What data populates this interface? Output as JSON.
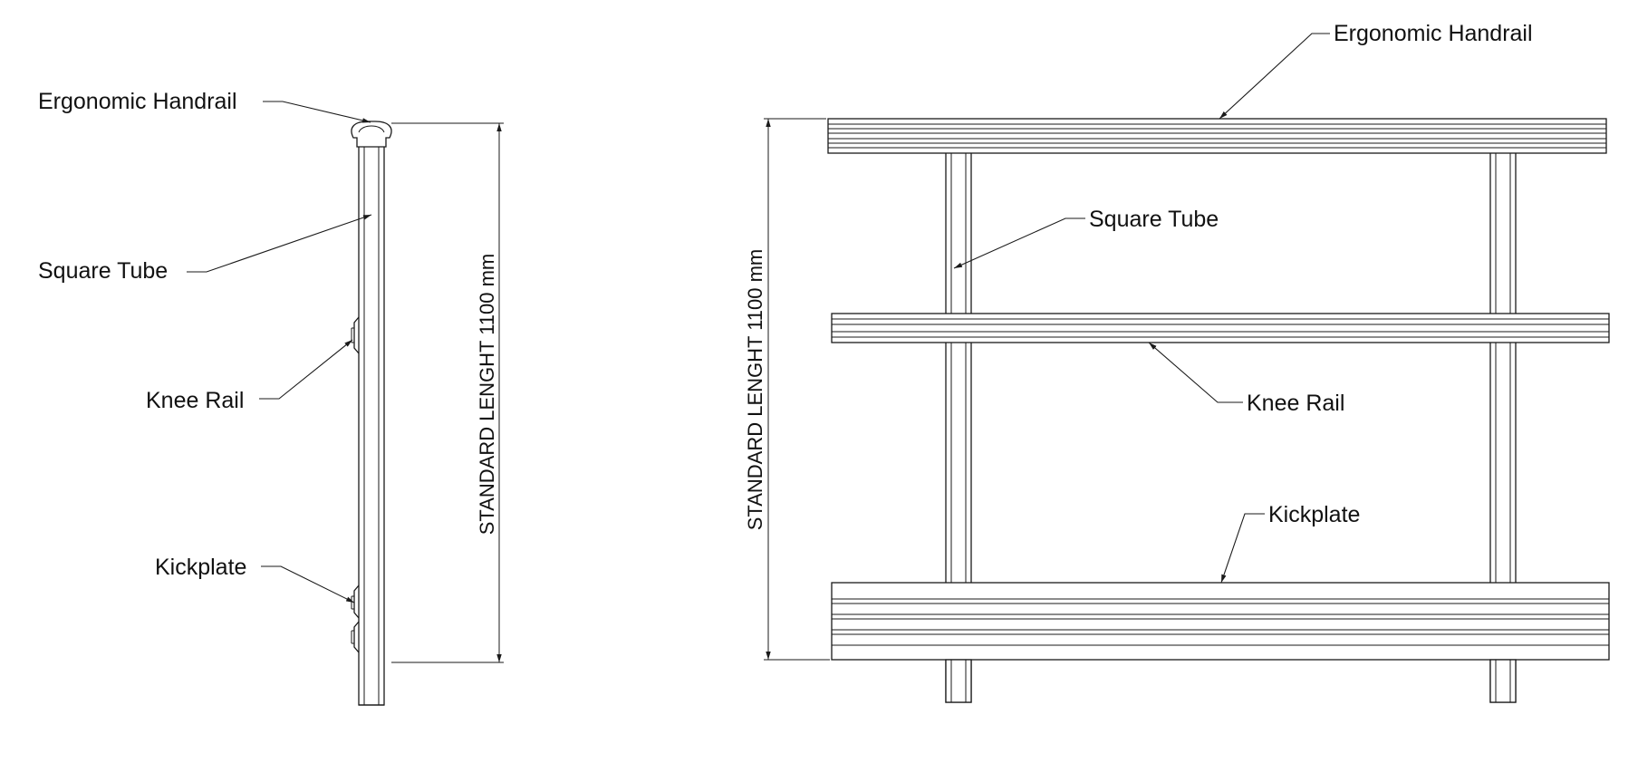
{
  "side_view": {
    "labels": {
      "handrail": "Ergonomic Handrail",
      "square_tube": "Square Tube",
      "knee_rail": "Knee Rail",
      "kickplate": "Kickplate"
    },
    "dimension": "STANDARD LENGHT 1100 mm"
  },
  "front_view": {
    "labels": {
      "handrail": "Ergonomic Handrail",
      "square_tube": "Square Tube",
      "knee_rail": "Knee Rail",
      "kickplate": "Kickplate"
    },
    "dimension": "STANDARD LENGHT 1100 mm"
  },
  "colors": {
    "line": "#1a1a1a",
    "background": "#ffffff"
  }
}
